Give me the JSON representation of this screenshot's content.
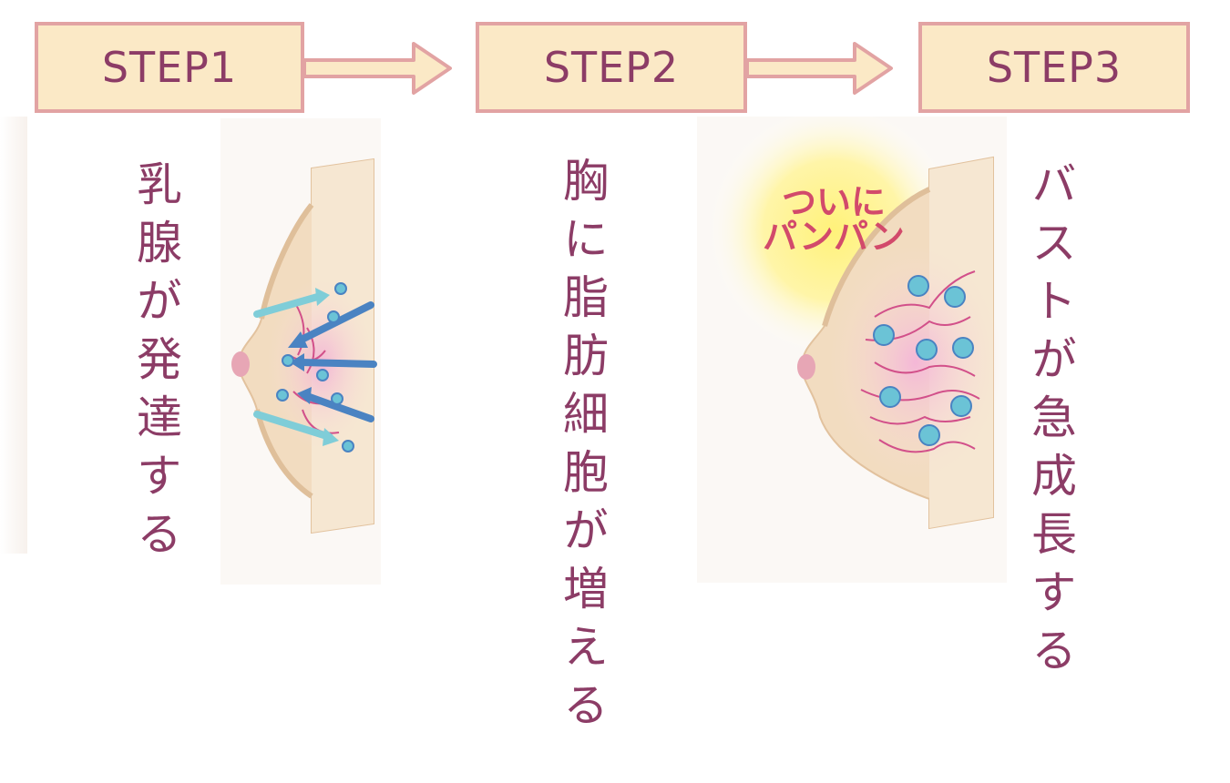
{
  "steps": [
    {
      "label": "STEP1",
      "caption": "乳腺が発達する"
    },
    {
      "label": "STEP2",
      "caption": "胸に脂肪細胞が増える"
    },
    {
      "label": "STEP3",
      "caption": "バストが急成長する"
    }
  ],
  "badge": {
    "line1": "ついに",
    "line2": "パンパン"
  },
  "colors": {
    "box_fill": "#fbe9c6",
    "box_border": "#e2a3a3",
    "text": "#8c3c66",
    "skin": "#f2dcc0",
    "glow": "#fff27a",
    "cell": "#6bc3d6",
    "vessel": "#d2508a",
    "arrow_dark": "#4a83c2",
    "arrow_light": "#7fcdd8"
  },
  "icons": [
    "arrow-right-icon",
    "breast-illustration-step1",
    "breast-illustration-step3"
  ]
}
